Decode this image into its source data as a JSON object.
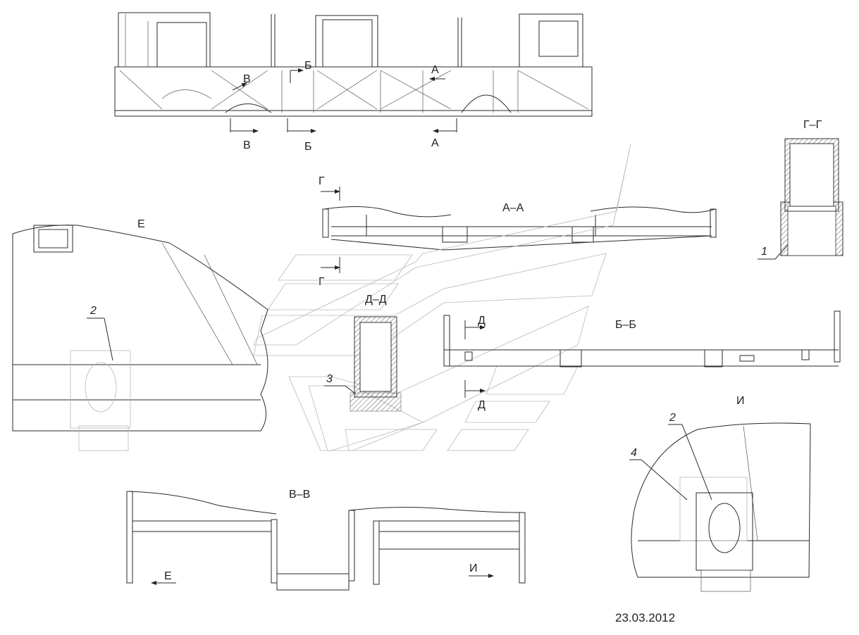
{
  "sections": {
    "a": "А",
    "b": "Б",
    "v": "В",
    "g": "Г",
    "aa": "А–А",
    "bb": "Б–Б",
    "vv": "В–В",
    "gg": "Г–Г",
    "dd": "Д–Д",
    "d": "Д",
    "e": "Е",
    "i": "И"
  },
  "callouts": {
    "c1": "1",
    "c2": "2",
    "c3": "3",
    "c4": "4"
  },
  "date": "23.03.2012"
}
